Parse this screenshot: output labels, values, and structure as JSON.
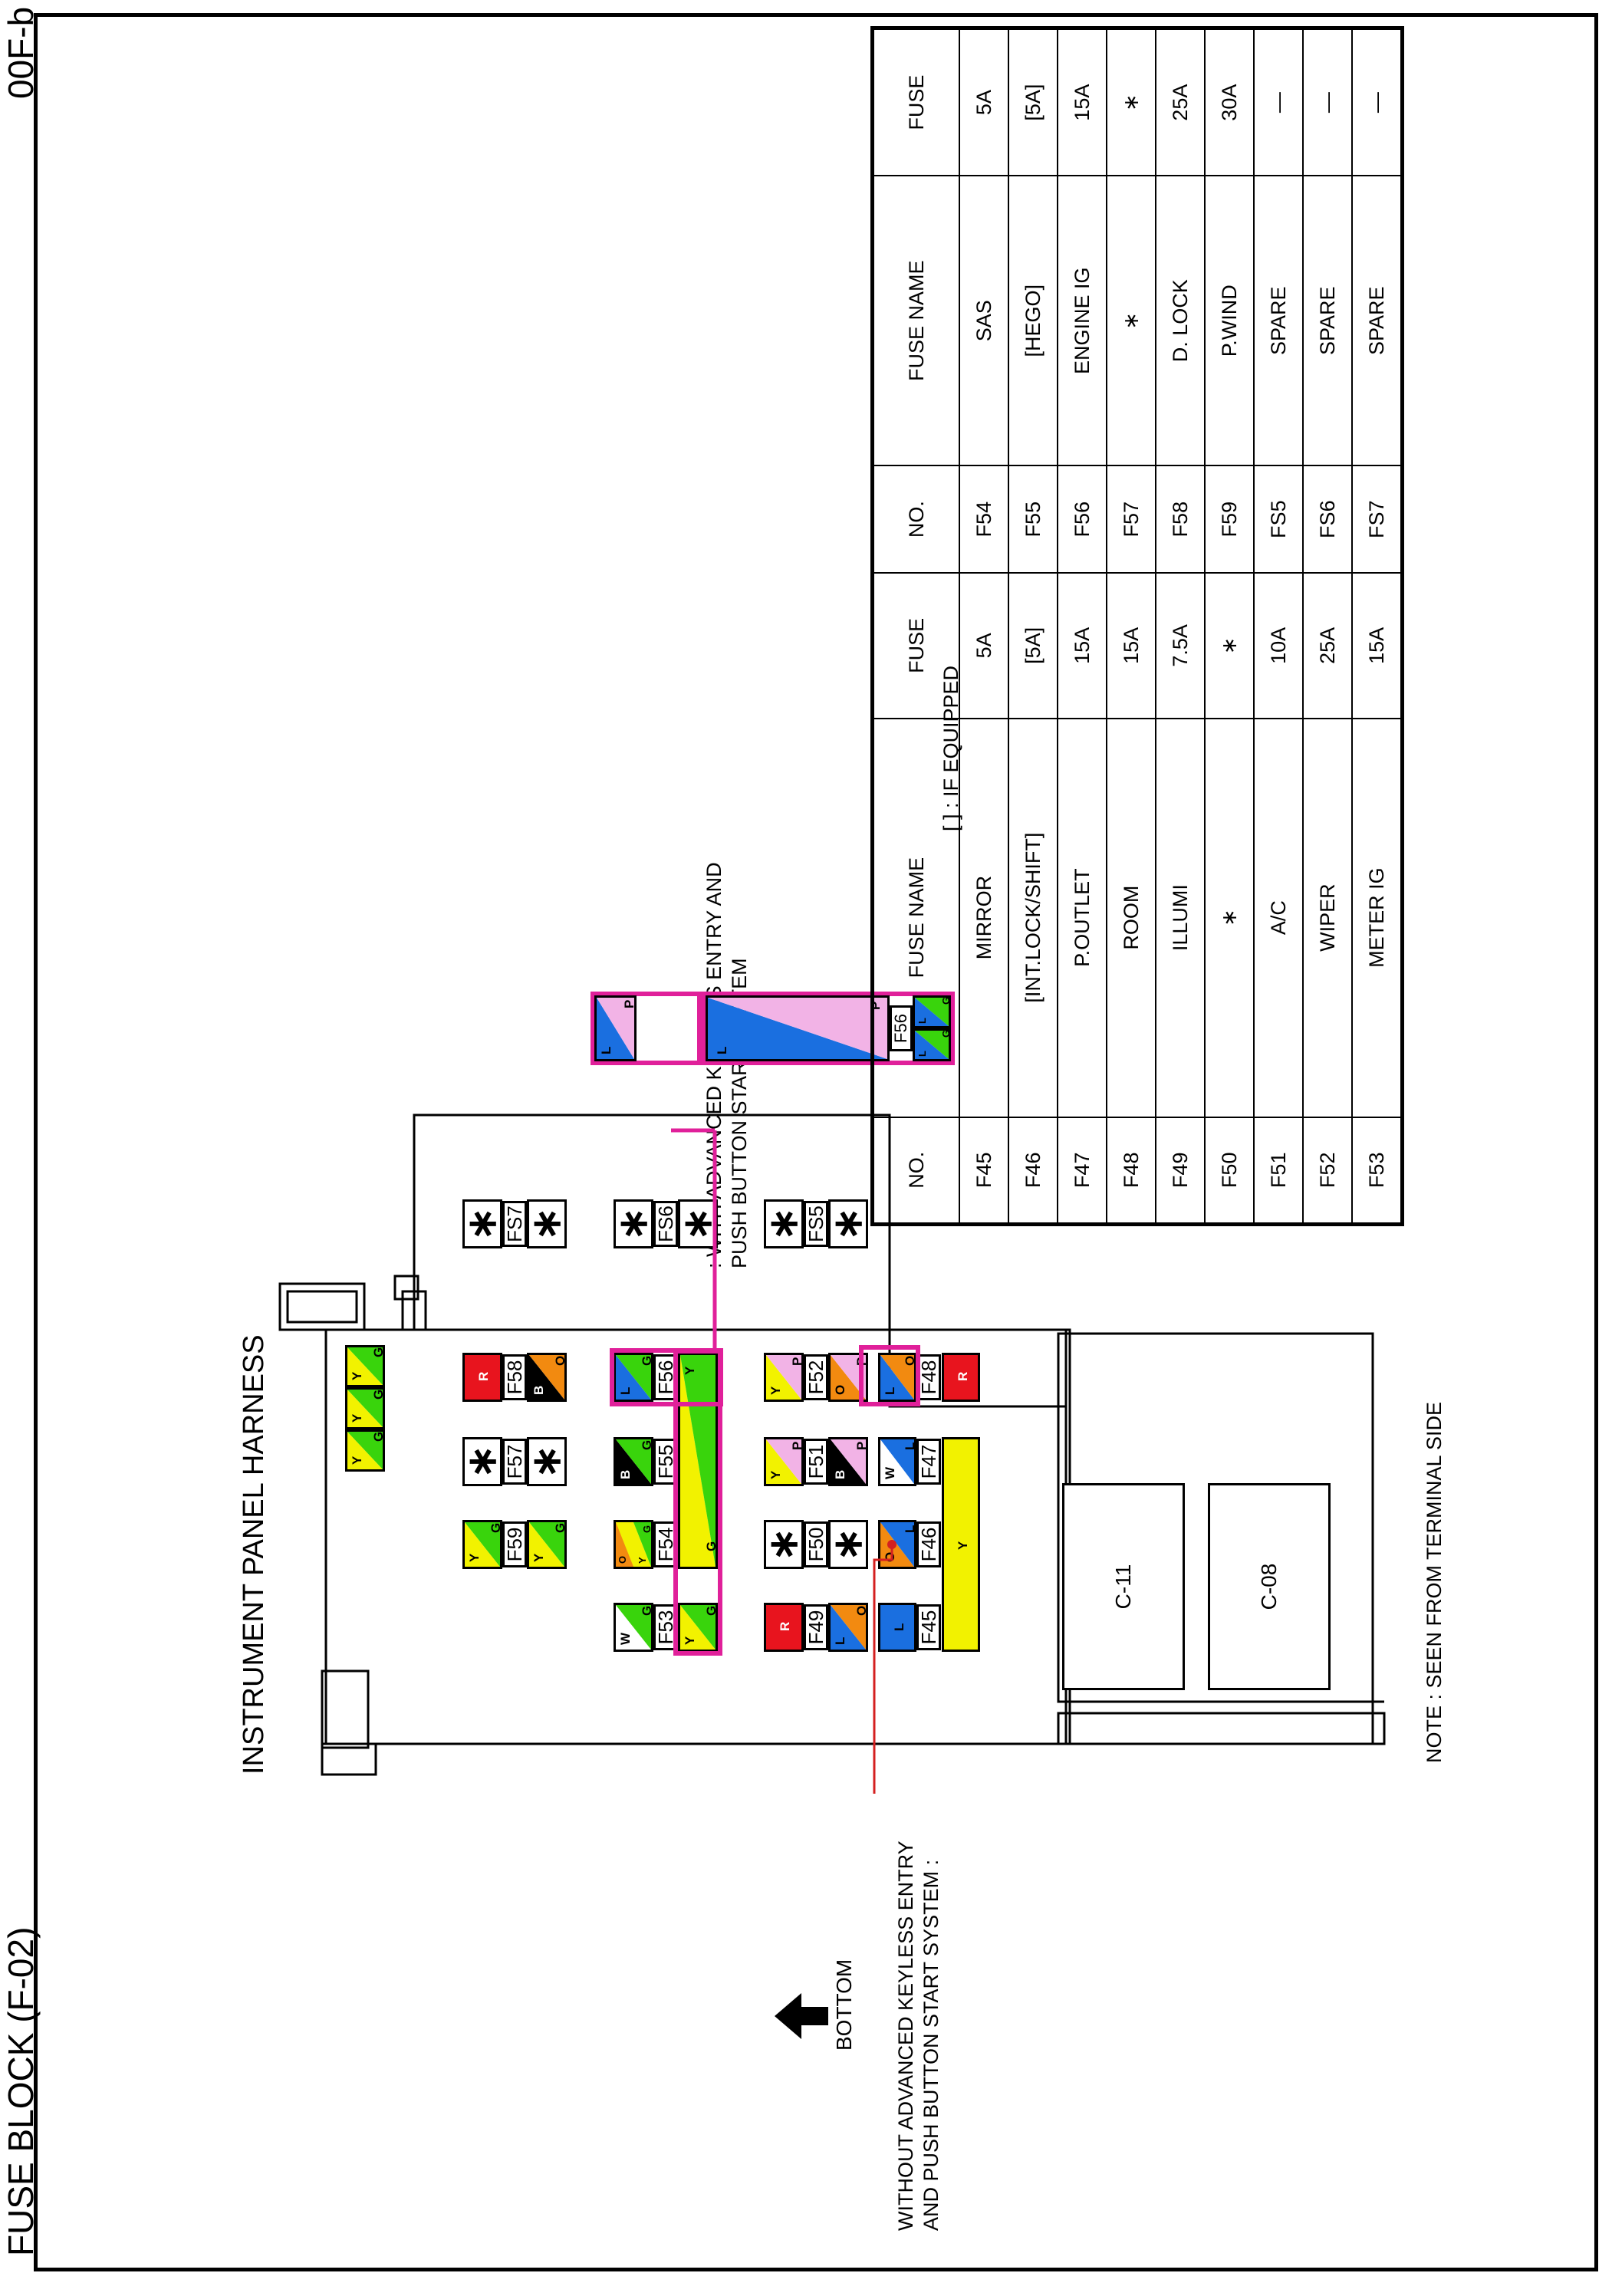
{
  "title": "FUSE BLOCK (F-02)",
  "page_code": "00F-b",
  "harness_label": "INSTRUMENT PANEL HARNESS",
  "bottom_label": "BOTTOM",
  "note_with_keyless": ": WITH ADVANCED KEYLESS ENTRY AND PUSH BUTTON START SYSTEM",
  "note_without_keyless": "WITHOUT ADVANCED KEYLESS ENTRY AND PUSH BUTTON START SYSTEM :",
  "note_terminal": "NOTE : SEEN FROM TERMINAL SIDE",
  "legend_if_equipped": "[ ] : IF EQUIPPED",
  "connectors": [
    "C-11",
    "C-08"
  ],
  "colors": {
    "R": "#e8141e",
    "G": "#39d40c",
    "Y": "#f2f200",
    "L": "#1a6fe0",
    "O": "#f28a10",
    "B": "#000000",
    "P": "#f2b3e6",
    "W": "#ffffff",
    "highlight": "#e0209a",
    "wire": "#d42020"
  },
  "fuse_slots": [
    "F45",
    "F46",
    "F47",
    "F48",
    "F49",
    "F50",
    "F51",
    "F52",
    "F53",
    "F54",
    "F55",
    "F56",
    "F57",
    "F58",
    "F59",
    "FS5",
    "FS6",
    "FS7"
  ],
  "star": "∗",
  "table": {
    "headers": [
      "NO.",
      "FUSE NAME",
      "FUSE",
      "NO.",
      "FUSE NAME",
      "FUSE"
    ],
    "rows": [
      [
        "F45",
        "MIRROR",
        "5A",
        "F54",
        "SAS",
        "5A"
      ],
      [
        "F46",
        "[INT.LOCK/SHIFT]",
        "[5A]",
        "F55",
        "[HEGO]",
        "[5A]"
      ],
      [
        "F47",
        "P.OUTLET",
        "15A",
        "F56",
        "ENGINE IG",
        "15A"
      ],
      [
        "F48",
        "ROOM",
        "15A",
        "F57",
        "∗",
        "∗"
      ],
      [
        "F49",
        "ILLUMI",
        "7.5A",
        "F58",
        "D. LOCK",
        "25A"
      ],
      [
        "F50",
        "∗",
        "∗",
        "F59",
        "P.WIND",
        "30A"
      ],
      [
        "F51",
        "A/C",
        "10A",
        "FS5",
        "SPARE",
        "—"
      ],
      [
        "F52",
        "WIPER",
        "25A",
        "FS6",
        "SPARE",
        "—"
      ],
      [
        "F53",
        "METER IG",
        "15A",
        "FS7",
        "SPARE",
        "—"
      ]
    ]
  },
  "wire_letters": {
    "G": "G",
    "Y": "Y",
    "L": "L",
    "O": "O",
    "B": "B",
    "P": "P",
    "W": "W",
    "R": "R"
  }
}
